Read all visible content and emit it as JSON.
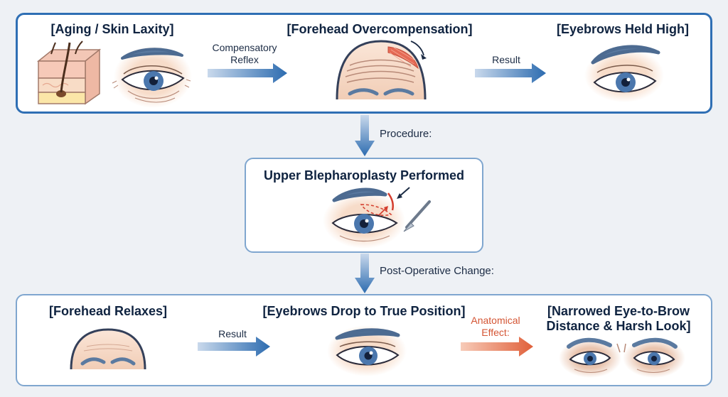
{
  "top": {
    "aging": {
      "title": "[Aging / Skin Laxity]"
    },
    "compensatory": {
      "label": "Compensatory Reflex"
    },
    "forehead_over": {
      "title": "[Forehead Overcompensation]"
    },
    "result": {
      "label": "Result"
    },
    "brows_high": {
      "title": "[Eyebrows Held High]"
    }
  },
  "connector1": {
    "label": "Procedure:"
  },
  "middle": {
    "title": "Upper Blepharoplasty Performed"
  },
  "connector2": {
    "label": "Post-Operative Change:"
  },
  "bottom": {
    "relaxes": {
      "title": "[Forehead Relaxes]"
    },
    "result": {
      "label": "Result"
    },
    "drop": {
      "title": "[Eyebrows Drop to True Position]"
    },
    "anatomical": {
      "label": "Anatomical Effect:"
    },
    "narrowed": {
      "title": "[Narrowed Eye-to-Brow Distance & Harsh Look]"
    }
  },
  "colors": {
    "panel_border": "#2f6fb4",
    "arrow_blue": "#2d6cb0",
    "arrow_orange": "#e0603a",
    "brow": "#5b7aa0",
    "iris": "#4b77ad",
    "skin": "#f6ddc9"
  }
}
